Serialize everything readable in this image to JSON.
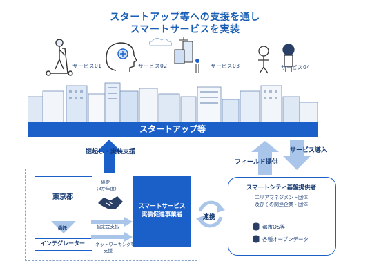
{
  "title": {
    "line1": "スタートアップ等への支援を通し",
    "line2": "スマートサービスを実装"
  },
  "services": [
    {
      "label": "サービス01",
      "icon": "kick-scooter-icon"
    },
    {
      "label": "サービス02",
      "icon": "ai-brain-icon"
    },
    {
      "label": "サービス03",
      "icon": "drone-building-icon"
    },
    {
      "label": "サービス04",
      "icon": "robot-icon"
    }
  ],
  "banner": {
    "label": "スタートアップ等"
  },
  "arrows": {
    "left_up": "掘起し・実装支援",
    "middle_up": "フィールド提供",
    "right_down": "サービス導入"
  },
  "tokyo": {
    "label": "東京都"
  },
  "integrator": {
    "label": "インテグレーター"
  },
  "consignment": {
    "label": "委託"
  },
  "agreement": {
    "label": "協定",
    "period": "(3か年度)"
  },
  "subsidy": {
    "label": "協定金支払"
  },
  "networking": {
    "label": "ネットワーキング等",
    "label2": "支援"
  },
  "promoter": {
    "line1": "スマートサービス",
    "line2": "実装促進事業者"
  },
  "collaboration": {
    "label": "連携"
  },
  "provider": {
    "title": "スマートシティ基盤提供者",
    "sub1": "エリアマネジメント団体",
    "sub2": "及びその関連企業・団体",
    "items": [
      "都市OS等",
      "各種オープンデータ"
    ]
  },
  "colors": {
    "primary": "#1b5fc9",
    "light": "#a9c5ea",
    "dark": "#163a72"
  }
}
